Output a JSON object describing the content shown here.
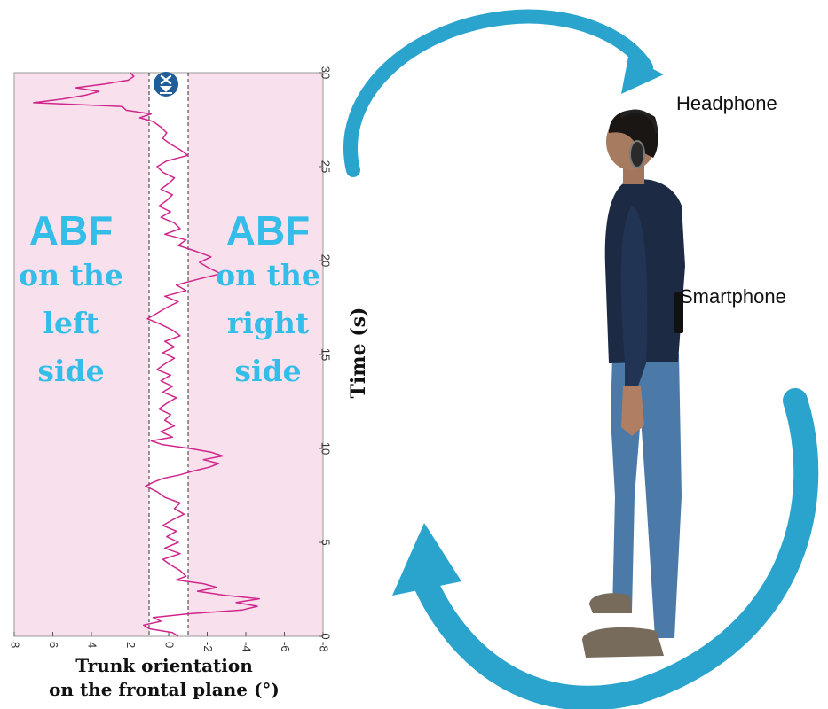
{
  "labels": {
    "left_zone": {
      "head": "ABF",
      "lines": [
        "on the",
        "left",
        "side"
      ]
    },
    "right_zone": {
      "head": "ABF",
      "lines": [
        "on the",
        "right",
        "side"
      ]
    },
    "headphone": "Headphone",
    "smartphone": "Smartphone"
  },
  "chart_data": {
    "type": "line",
    "orientation": "vertical-time",
    "xlabel": "Trunk orientation on the frontal plane (°)",
    "xlabel_lines": [
      "Trunk orientation",
      "on the frontal plane (°)"
    ],
    "ylabel": "Time (s)",
    "x_axis_reversed": true,
    "xlim": [
      8,
      -8
    ],
    "ylim": [
      0,
      30
    ],
    "x_ticks": [
      8,
      6,
      4,
      2,
      0,
      -2,
      -4,
      -6,
      -8
    ],
    "x_tick_labels": [
      "8",
      "6",
      "4",
      "2",
      "0",
      "-2",
      "-4",
      "-6",
      "-8"
    ],
    "y_ticks": [
      0,
      5,
      10,
      15,
      20,
      25,
      30
    ],
    "y_tick_labels": [
      "0",
      "5",
      "10",
      "15",
      "20",
      "25",
      "30"
    ],
    "threshold_lines_x": [
      1,
      -1
    ],
    "deadzone": [
      -1,
      1
    ],
    "colors": {
      "zone_fill": "#f8e1ec",
      "trace": "#d0268c",
      "text_accent": "#33bde8",
      "arrow": "#2aa4cc",
      "badge": "#1f5e99"
    },
    "series": [
      {
        "t": [
          0.0,
          0.2,
          0.4,
          0.6,
          0.8,
          1.0,
          1.2,
          1.4,
          1.6,
          1.8,
          2.0,
          2.2,
          2.4,
          2.6,
          2.8,
          3.0,
          3.2,
          3.5,
          3.8,
          4.1,
          4.4,
          4.7,
          5.0,
          5.3,
          5.6,
          5.9,
          6.2,
          6.5,
          6.8,
          7.1,
          7.4,
          7.7,
          8.0,
          8.2,
          8.4,
          8.6,
          8.8,
          9.0,
          9.2,
          9.4,
          9.6,
          9.8,
          10.0,
          10.2,
          10.4,
          10.6,
          10.9,
          11.2,
          11.5,
          11.8,
          12.1,
          12.4,
          12.7,
          13.0,
          13.3,
          13.6,
          13.9,
          14.2,
          14.5,
          14.8,
          15.1,
          15.4,
          15.7,
          16.0,
          16.3,
          16.6,
          16.9,
          17.2,
          17.5,
          17.8,
          18.1,
          18.4,
          18.7,
          19.0,
          19.3,
          19.6,
          19.9,
          20.2,
          20.5,
          20.8,
          21.1,
          21.4,
          21.7,
          22.0,
          22.3,
          22.6,
          22.9,
          23.2,
          23.5,
          23.8,
          24.1,
          24.4,
          24.7,
          25.0,
          25.3,
          25.6,
          25.9,
          26.2,
          26.5,
          26.8,
          27.1,
          27.4,
          27.6,
          27.8,
          28.0,
          28.2,
          28.4,
          28.6,
          28.8,
          29.0,
          29.2,
          29.4,
          29.6,
          29.8,
          30.0
        ],
        "x": [
          -0.5,
          -0.2,
          1.0,
          1.3,
          0.4,
          0.8,
          -1.0,
          -3.8,
          -4.6,
          -3.5,
          -4.7,
          -2.8,
          -1.5,
          -2.5,
          -1.8,
          -0.4,
          -0.9,
          -0.6,
          -0.1,
          0.3,
          -0.6,
          0.2,
          -0.5,
          0.1,
          -0.4,
          0.3,
          -0.2,
          -0.8,
          -0.3,
          -0.6,
          0.2,
          0.6,
          1.2,
          0.8,
          0.3,
          -0.6,
          -1.3,
          -2.1,
          -2.6,
          -1.8,
          -2.8,
          -2.2,
          -1.1,
          0.3,
          0.9,
          -0.2,
          0.4,
          -0.3,
          0.2,
          -0.1,
          0.5,
          0.1,
          -0.4,
          0.3,
          -0.2,
          0.4,
          -0.1,
          0.6,
          0.2,
          -0.3,
          0.3,
          -0.3,
          0.2,
          -0.6,
          -0.2,
          0.4,
          1.1,
          0.6,
          0.1,
          -0.5,
          0.2,
          -0.9,
          -0.4,
          -1.5,
          -2.7,
          -2.1,
          -1.6,
          -2.2,
          -1.4,
          -0.5,
          -0.9,
          0.2,
          -0.6,
          -0.3,
          0.4,
          -0.1,
          0.5,
          0.1,
          -0.2,
          0.4,
          0.0,
          -0.3,
          0.3,
          0.6,
          0.1,
          -1.0,
          -0.6,
          -0.1,
          0.3,
          0.1,
          0.4,
          0.8,
          1.5,
          0.9,
          2.2,
          2.4,
          7.0,
          5.5,
          4.3,
          3.6,
          4.8,
          3.3,
          2.1,
          1.8,
          2.0
        ]
      }
    ]
  }
}
